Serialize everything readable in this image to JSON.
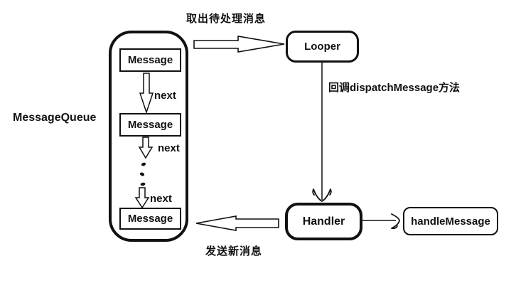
{
  "colors": {
    "ink": "#111111",
    "background": "#ffffff"
  },
  "diagram": {
    "side_label": "MessageQueue",
    "queue": {
      "messages": [
        "Message",
        "Message",
        "Message"
      ],
      "next_labels": [
        "next",
        "next",
        "next"
      ],
      "ellipsis_dot_count": 3
    },
    "nodes": {
      "looper": "Looper",
      "handler": "Handler",
      "handle_message": "handleMessage"
    },
    "edge_labels": {
      "fetch_pending": "取出待处理消息",
      "dispatch_callback": "回调dispatchMessage方法",
      "send_new": "发送新消息"
    }
  }
}
